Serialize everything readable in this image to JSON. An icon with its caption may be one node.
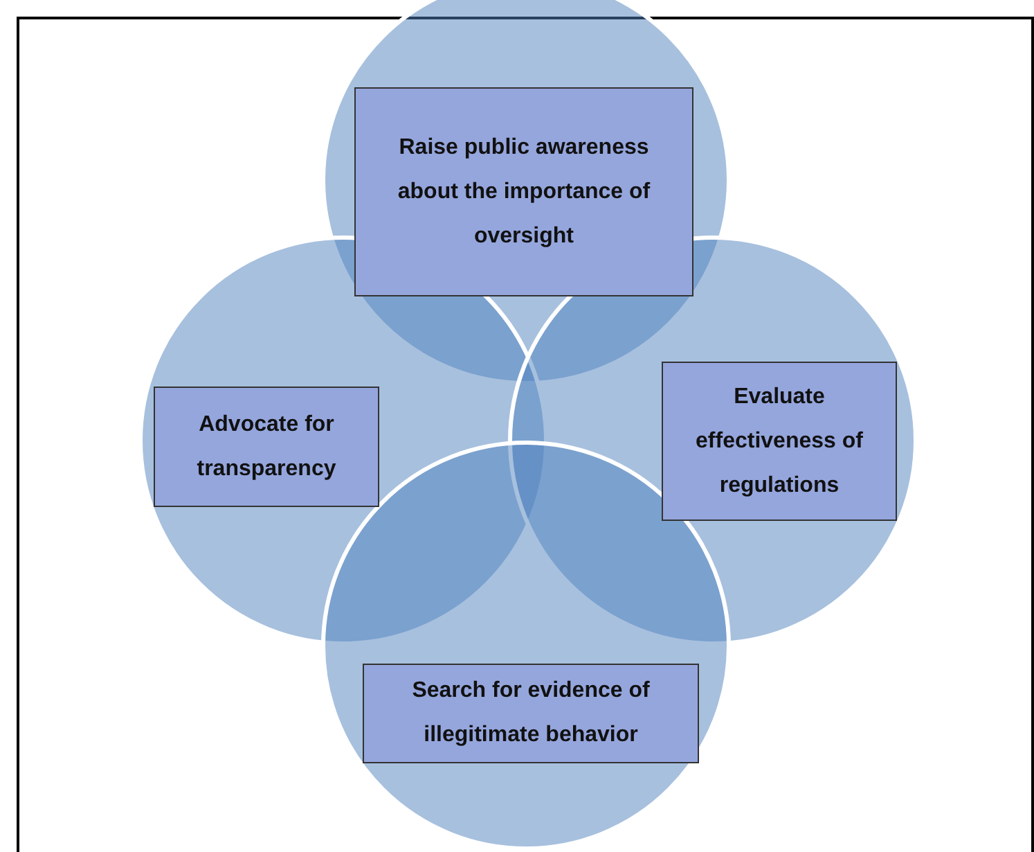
{
  "diagram": {
    "nodes": [
      {
        "text": [],
        "shape": "circle"
      },
      {
        "text": [],
        "shape": "circle"
      },
      {
        "text": [],
        "shape": "circle"
      },
      {
        "text": [],
        "shape": "circle"
      },
      {
        "text": [
          "Raise public awareness about the importance of oversight"
        ],
        "in": 0
      },
      {
        "text": [
          "Advocate for transparency"
        ],
        "in": 1
      },
      {
        "text": [
          "Evaluate effectiveness of regulations"
        ],
        "in": 2
      },
      {
        "text": [
          "Search for evidence of illegitimate behavior"
        ],
        "in": 3
      }
    ],
    "edges": []
  }
}
